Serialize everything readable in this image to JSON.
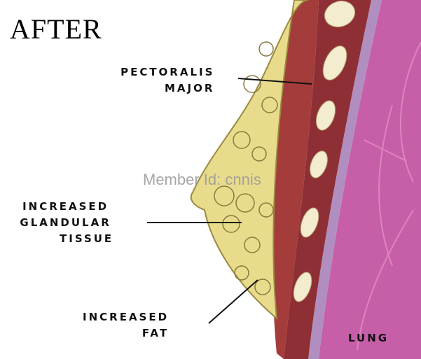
{
  "title": "AFTER",
  "labels": {
    "pectoralis": [
      "PECTORALIS",
      "MAJOR"
    ],
    "glandular": [
      "INCREASED",
      "GLANDULAR",
      "TISSUE"
    ],
    "fat": [
      "INCREASED",
      "FAT"
    ],
    "lung": "LUNG"
  },
  "watermark": "Member Id: cnnis",
  "colors": {
    "fat": "#e8dc8c",
    "muscle": "#9a3b3b",
    "lung": "#c75fa8",
    "rib": "#f3eccf"
  }
}
